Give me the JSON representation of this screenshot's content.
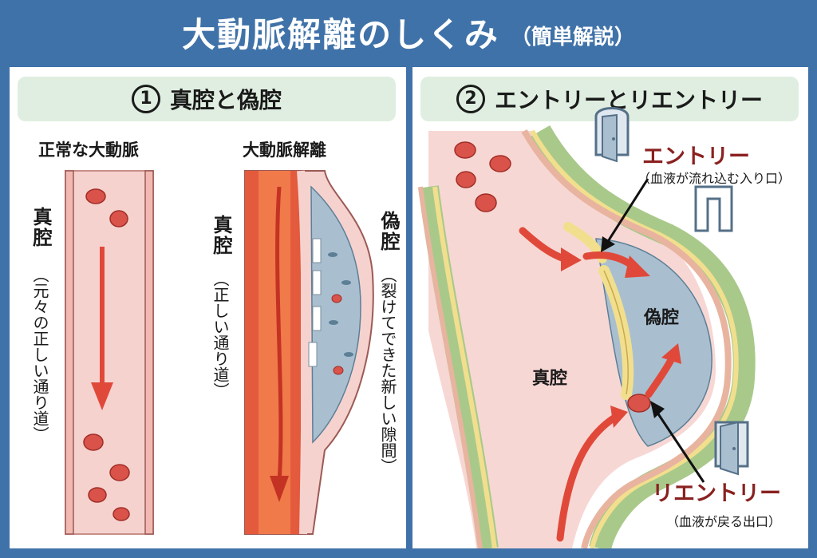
{
  "title": {
    "main": "大動脈解離のしくみ",
    "sub": "（簡単解説）"
  },
  "left_panel": {
    "number": "1",
    "heading": "真腔と偽腔",
    "normal_label": "正常な大動脈",
    "dissection_label": "大動脈解離",
    "normal_lumen_label": "真腔",
    "normal_lumen_sub": "（元々の正しい通り道）",
    "true_lumen_label": "真腔",
    "true_lumen_sub": "（正しい通り道）",
    "false_lumen_label": "偽腔",
    "false_lumen_sub": "（裂けてできた新しい隙間）"
  },
  "right_panel": {
    "number": "2",
    "heading": "エントリーとリエントリー",
    "entry_label": "エントリー",
    "entry_sub": "（血液が流れ込む入り口）",
    "reentry_label": "リエントリー",
    "reentry_sub": "（血液が戻る出口）",
    "false_lumen_label": "偽腔",
    "true_lumen_label": "真腔",
    "door_icon_entry": "open-door-icon",
    "door_icon_gate": "gate-icon",
    "door_icon_reentry": "open-door-icon"
  },
  "colors": {
    "frame_blue": "#3f72a8",
    "header_green": "#dfeee0",
    "vessel_pink": "#f7d7d4",
    "blood_red": "#e0493a",
    "false_lumen_blue": "#a9bfd0",
    "wall_green": "#a9c98a",
    "wall_yellow": "#f1df8e",
    "label_darkred": "#8a2020"
  }
}
